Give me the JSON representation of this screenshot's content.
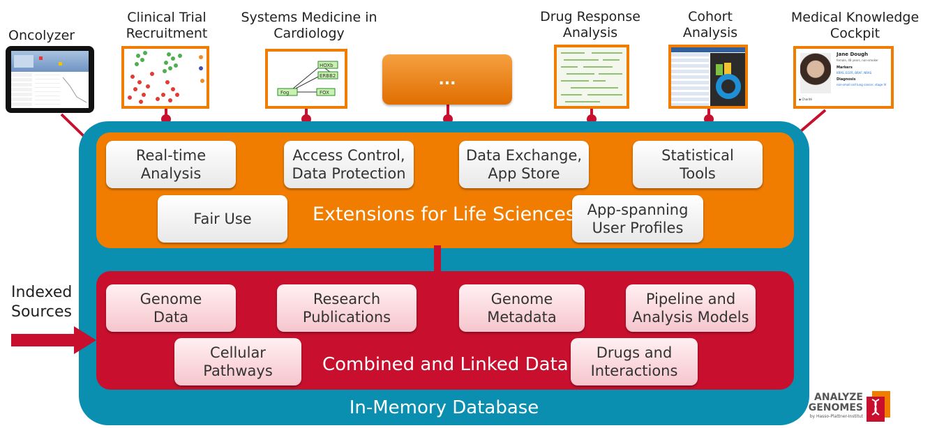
{
  "apps": [
    {
      "id": "oncolyzer",
      "label": "Oncolyzer"
    },
    {
      "id": "clinical",
      "label": "Clinical Trial Recruitment"
    },
    {
      "id": "systems",
      "label": "Systems Medicine in Cardiology"
    },
    {
      "id": "more",
      "label": "..."
    },
    {
      "id": "drug",
      "label": "Drug Response Analysis"
    },
    {
      "id": "cohort",
      "label": "Cohort Analysis"
    },
    {
      "id": "cockpit",
      "label": "Medical Knowledge Cockpit"
    }
  ],
  "systems_nodes": [
    "HOXb",
    "ERBB2",
    "Fog",
    "FOX"
  ],
  "cockpit_card": {
    "name": "Jane Dough",
    "sub": "female, 48 years, non-smoker",
    "markers_label": "Markers",
    "markers": "KRAS, EGFR, BRAF, NRAS",
    "diagnosis_label": "Diagnosis",
    "diagnosis": "non-small cell lung cancer, stage IV",
    "footer": "◆ Charité"
  },
  "extensions": {
    "title": "Extensions for Life Sciences",
    "items": [
      "Real-time Analysis",
      "Access Control, Data Protection",
      "Data Exchange, App Store",
      "Statistical Tools",
      "Fair Use",
      "App-spanning User Profiles"
    ]
  },
  "data_layer": {
    "title": "Combined and Linked Data",
    "items": [
      "Genome Data",
      "Research Publications",
      "Genome Metadata",
      "Pipeline and Analysis Models",
      "Cellular Pathways",
      "Drugs and Interactions"
    ]
  },
  "database": {
    "title": "In-Memory Database"
  },
  "indexed_sources": "Indexed Sources",
  "logo": {
    "line1": "ANALYZE",
    "line2": "GENOMES",
    "line3": "by Hasso-Plattner-Institut"
  },
  "colors": {
    "orange": "#f07d00",
    "red": "#c8102e",
    "teal": "#0a8fb0"
  }
}
